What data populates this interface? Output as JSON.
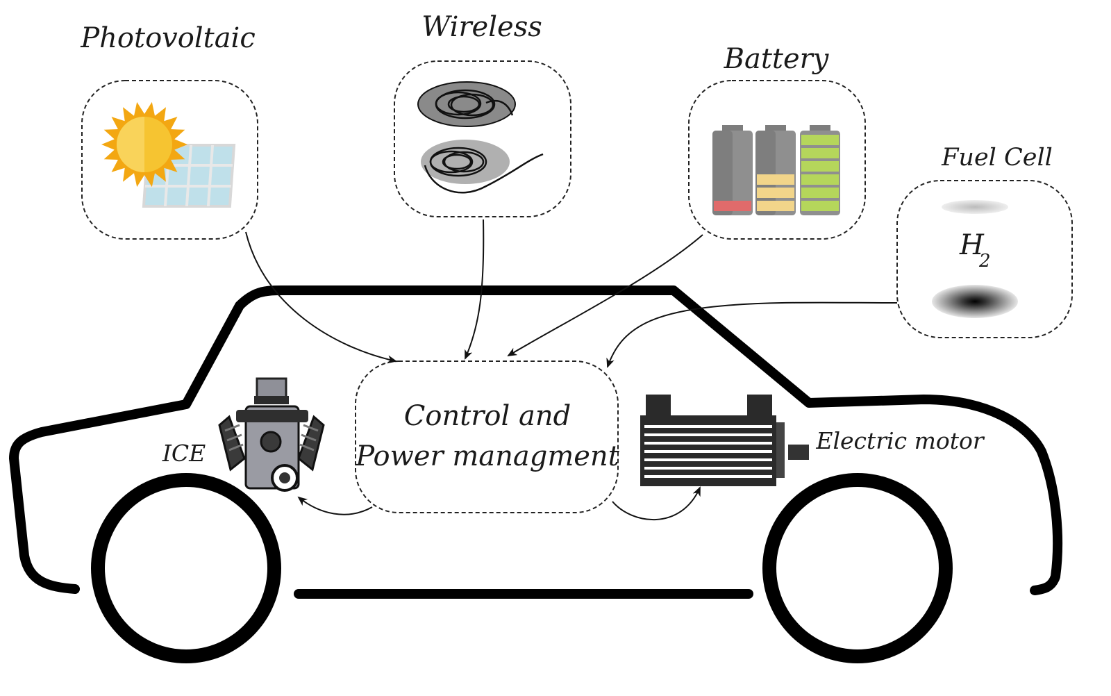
{
  "labels": {
    "photovoltaic": "Photovoltaic",
    "wireless": "Wireless",
    "battery": "Battery",
    "fuel_cell": "Fuel Cell",
    "h2_main": "H",
    "h2_sub": "2",
    "control_line1": "Control and",
    "control_line2": "Power managment",
    "ice": "ICE",
    "electric_motor": "Electric motor"
  },
  "icons": {
    "sun": "sun-icon",
    "solar_panel": "solar-panel-icon",
    "wireless_coils": "wireless-coil-icon",
    "batteries": "battery-icon",
    "engine": "engine-icon",
    "motor": "electric-motor-icon"
  },
  "colors": {
    "sun": "#f6c431",
    "sun_rays": "#f3a712",
    "panel": "#bfe0ea",
    "battery_low": "#e06b6b",
    "battery_mid": "#f2d58a",
    "battery_full": "#b5d65b",
    "battery_case": "#8f8f8f"
  }
}
